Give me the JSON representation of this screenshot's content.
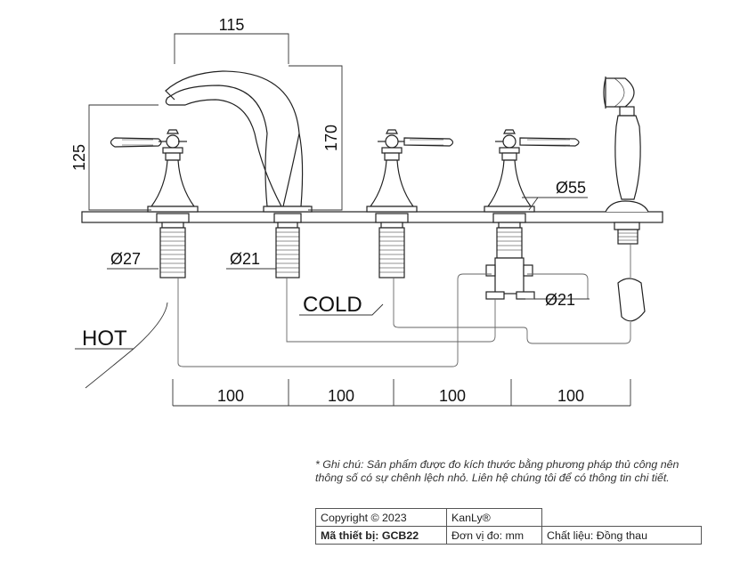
{
  "dimensions": {
    "spout_reach": "115",
    "spout_height": "170",
    "handle_height": "125",
    "hot_inlet_diameter": "Ø27",
    "spout_inlet_diameter": "Ø21",
    "valve_base_diameter": "Ø55",
    "diverter_diameter": "Ø21",
    "spacing": [
      "100",
      "100",
      "100",
      "100"
    ]
  },
  "labels": {
    "hot": "HOT",
    "cold": "COLD"
  },
  "note": "* Ghi chú: Sản phẩm được đo kích thước bằng phương pháp thủ công nên thông số có sự chênh lệch nhỏ. Liên hệ chúng tôi để có thông tin chi tiết.",
  "info_table": {
    "copyright": "Copyright © 2023",
    "brand": "KanLy®",
    "model": "Mã thiết bị: GCB22",
    "unit": "Đơn vị đo: mm",
    "material": "Chất liệu: Đồng thau"
  }
}
